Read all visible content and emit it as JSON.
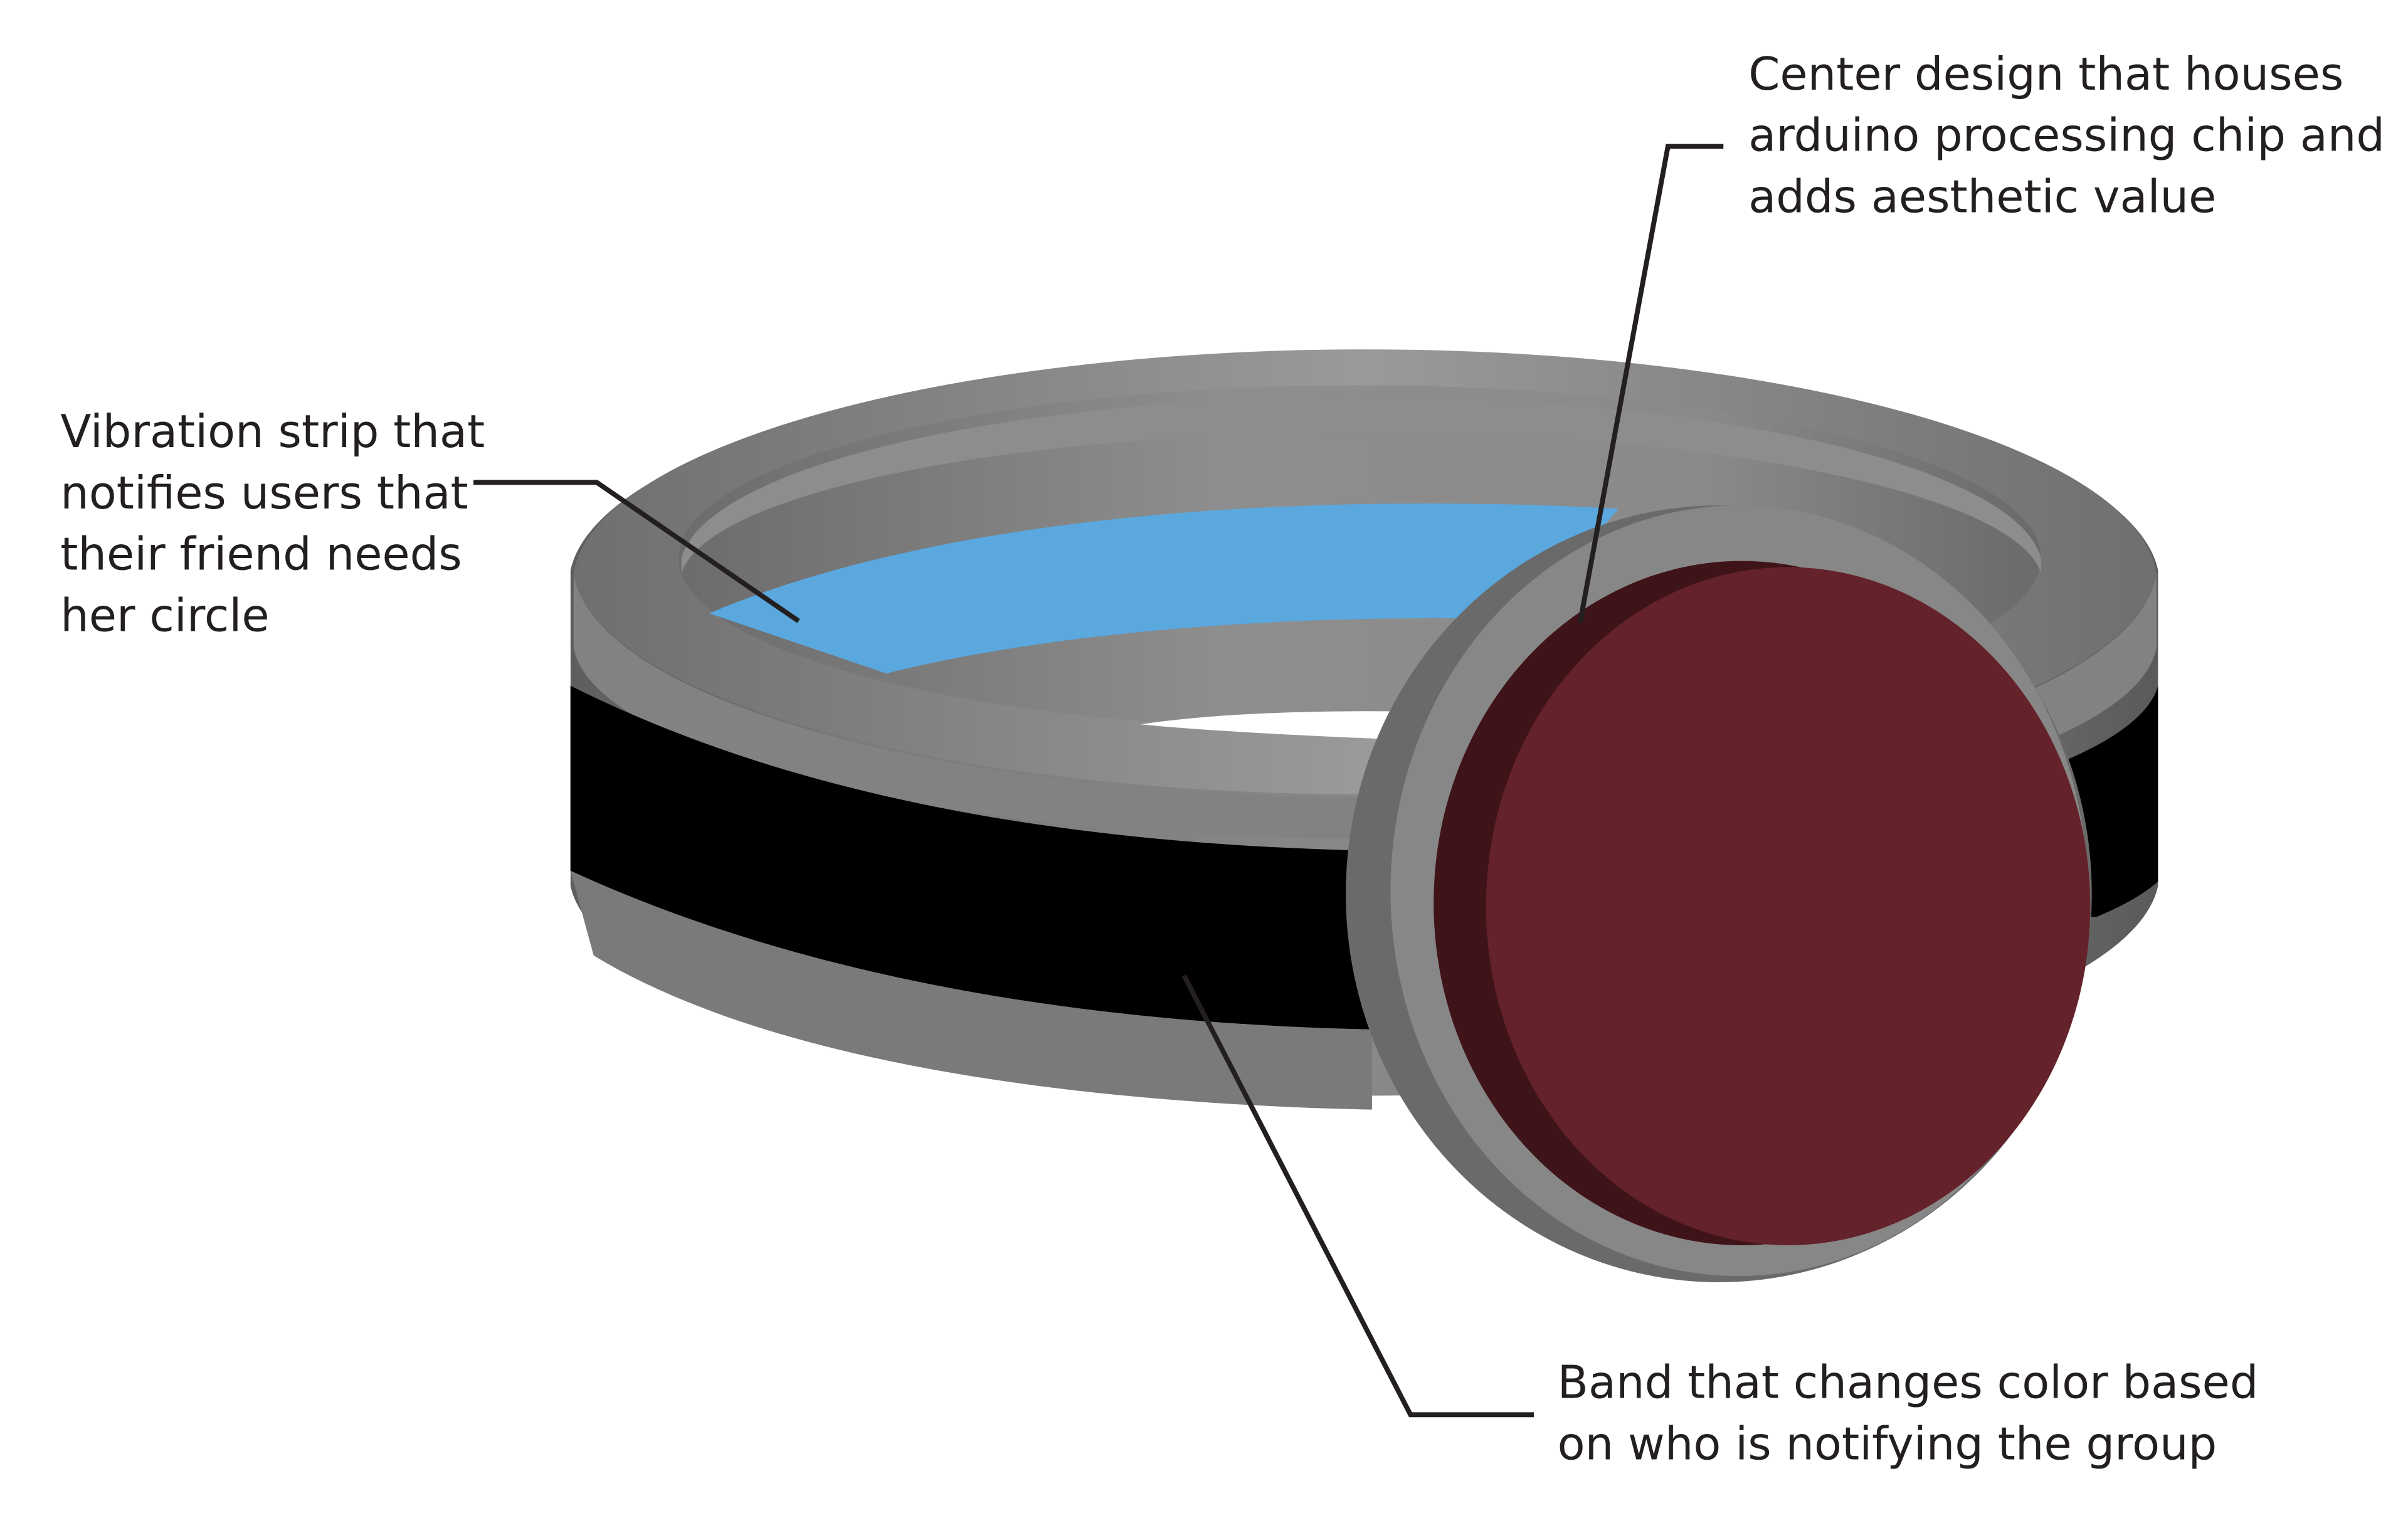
{
  "callouts": {
    "vibration_strip": {
      "lines": [
        "Vibration strip that",
        "notifies users that",
        "their friend needs",
        "her circle"
      ]
    },
    "center_design": {
      "lines": [
        "Center design that houses",
        "arduino processing chip and",
        "adds aesthetic value"
      ]
    },
    "band": {
      "lines": [
        "Band that changes color based",
        "on who is notifying the group"
      ]
    }
  },
  "colors": {
    "ring_gray": "#7d7d7d",
    "band_black": "#000000",
    "vibration_strip_blue": "#5ba8df",
    "center_stone_red": "#64222a",
    "bezel_gray": "#878787"
  }
}
